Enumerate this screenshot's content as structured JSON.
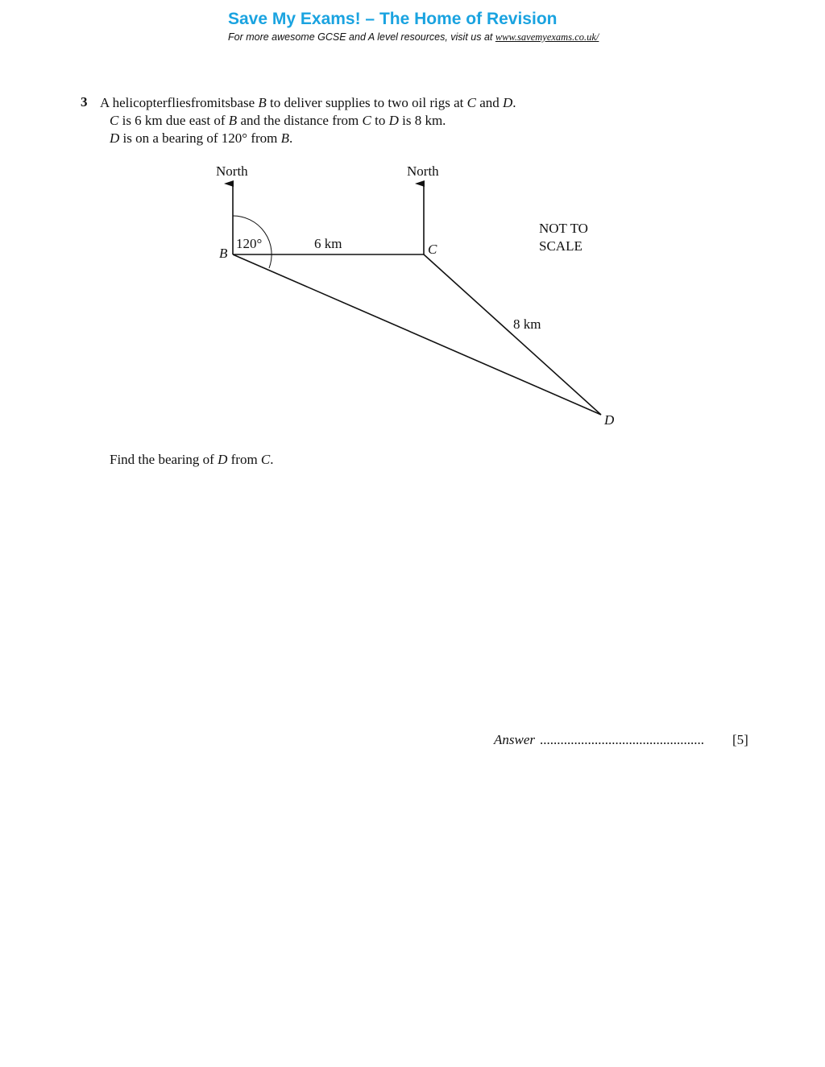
{
  "header": {
    "title": "Save My Exams! – The Home of Revision",
    "subtitle_prefix": "For more awesome GCSE and A level resources, visit us at ",
    "link": "www.savemyexams.co.uk/"
  },
  "question": {
    "number": "3",
    "line1": {
      "a": "A   helicopterfliesfromitsbase   ",
      "b": "B",
      "c": " to deliver supplies to two oil rigs at ",
      "d": "C",
      "e": " and ",
      "f": "D",
      "g": "."
    },
    "line2": {
      "a": "C",
      "b": " is 6 km due east of ",
      "c": "B",
      "d": " and the distance from ",
      "e": "C",
      "f": " to ",
      "g": "D",
      "h": " is 8 km."
    },
    "line3": {
      "a": "D",
      "b": " is on a bearing of 120° from ",
      "c": "B",
      "d": "."
    },
    "task": {
      "a": "Find the bearing of ",
      "b": "D",
      "c": " from ",
      "d": "C",
      "e": "."
    }
  },
  "diagram": {
    "north_left": "North",
    "north_right": "North",
    "angle_label": "120°",
    "bc_label": "6 km",
    "cd_label": "8 km",
    "point_b": "B",
    "point_c": "C",
    "point_d": "D",
    "scale_note_1": "NOT TO",
    "scale_note_2": "SCALE"
  },
  "answer": {
    "label": "Answer",
    "dots": "................................................",
    "marks": "[5]"
  }
}
